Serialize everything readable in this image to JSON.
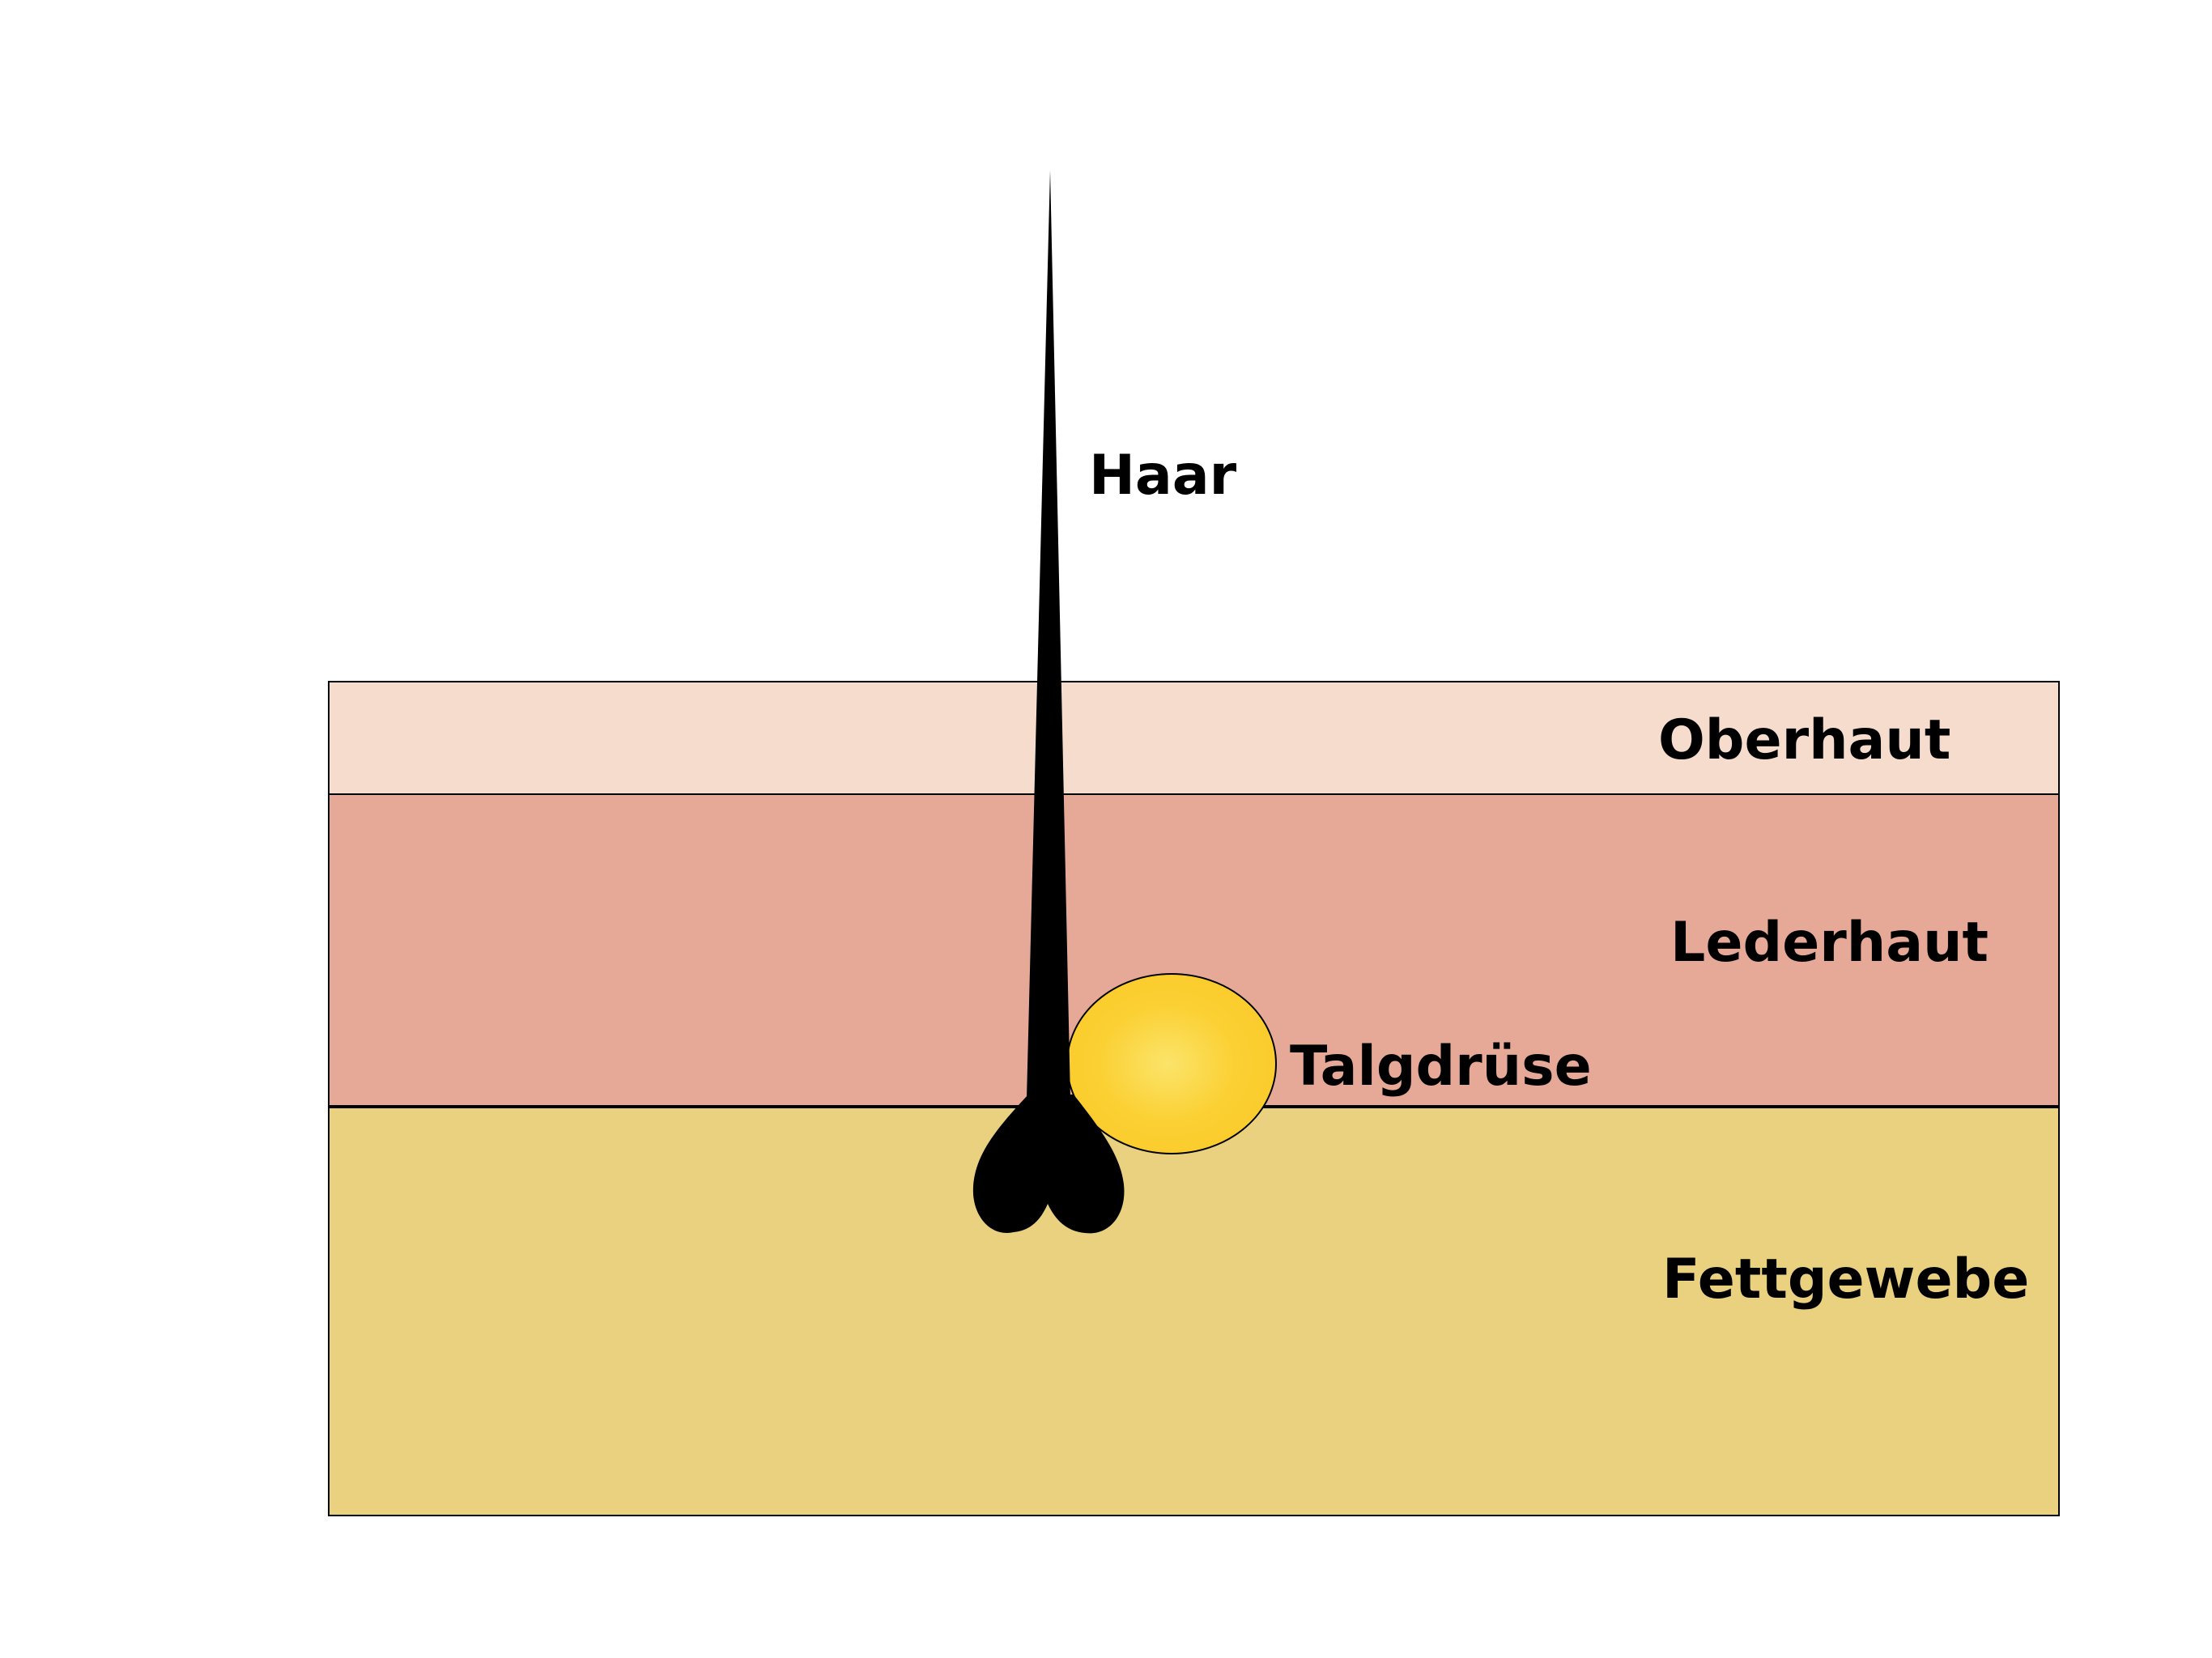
{
  "labels": {
    "hair": "Haar",
    "epidermis": "Oberhaut",
    "dermis": "Lederhaut",
    "sebaceous_gland": "Talgdrüse",
    "fat_tissue": "Fettgewebe"
  },
  "colors": {
    "epidermis": "#f6dccd",
    "dermis": "#e6a997",
    "fat_tissue": "#ead17f",
    "hair": "#000000",
    "gland_center": "#fbe46a",
    "gland_edge": "#fbcb2c",
    "outline": "#000000"
  }
}
